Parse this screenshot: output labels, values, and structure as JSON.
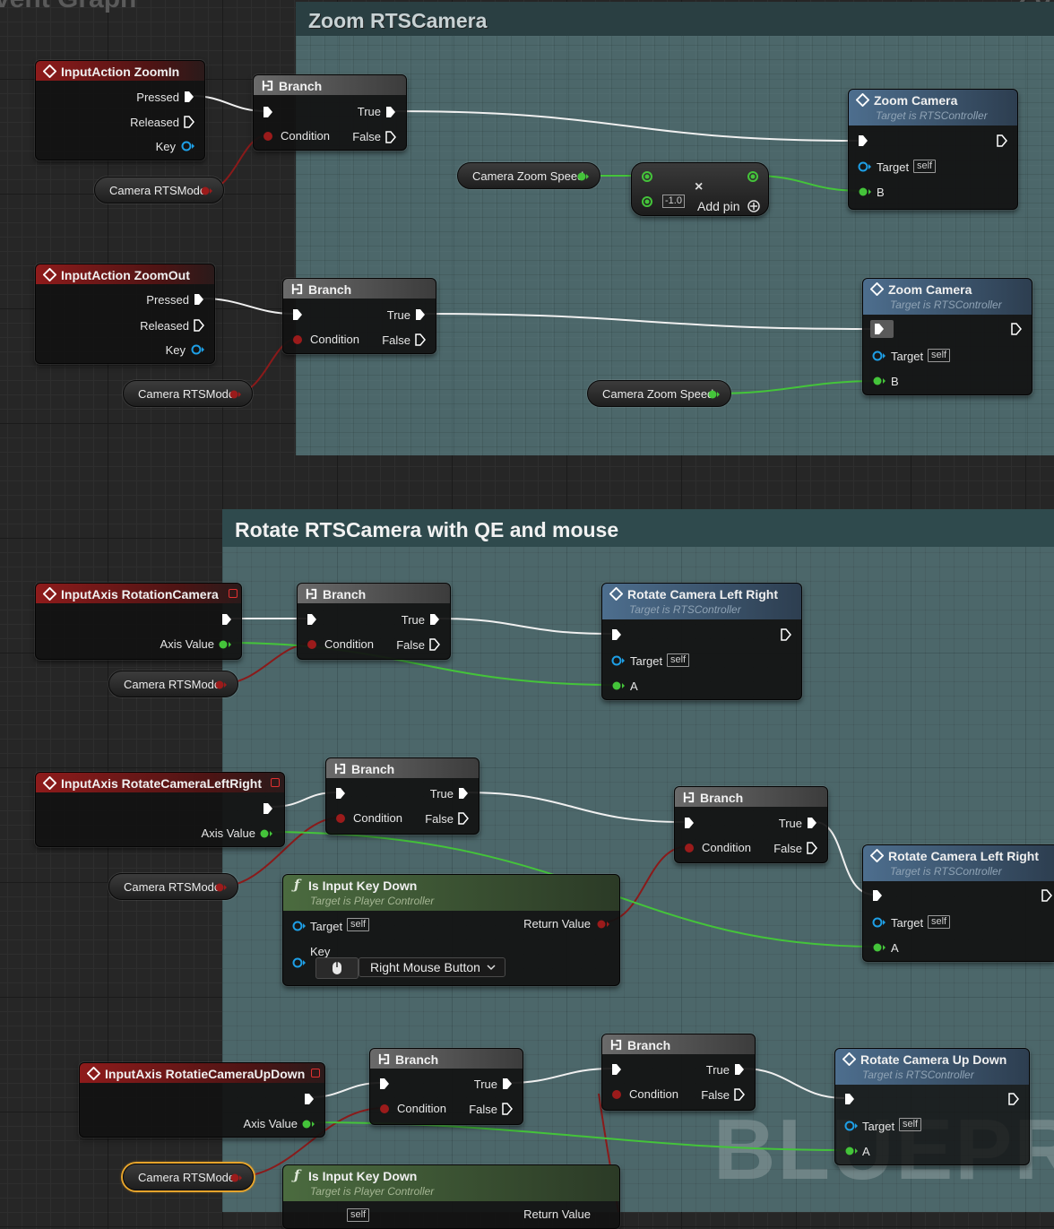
{
  "graph": {
    "title": "vent Graph",
    "title_right": "Zo",
    "watermark": "BLUEPRIN"
  },
  "comments": {
    "zoom": "Zoom RTSCamera",
    "rotate": "Rotate RTSCamera with QE and mouse"
  },
  "nodes": {
    "zoomin": {
      "title": "InputAction ZoomIn",
      "pressed": "Pressed",
      "released": "Released",
      "key": "Key"
    },
    "zoomout": {
      "title": "InputAction ZoomOut",
      "pressed": "Pressed",
      "released": "Released",
      "key": "Key"
    },
    "branch_label": "Branch",
    "true_label": "True",
    "false_label": "False",
    "condition_label": "Condition",
    "zoom_camera": {
      "title": "Zoom Camera",
      "subtitle": "Target is RTSController",
      "target": "Target",
      "self": "self",
      "b": "B"
    },
    "add_node": {
      "value": "-1.0",
      "add_pin": "Add pin"
    },
    "rotation_camera": {
      "title": "InputAxis RotationCamera",
      "axis_value": "Axis Value"
    },
    "rotate_lr_axis": {
      "title": "InputAxis RotateCameraLeftRight",
      "axis_value": "Axis Value"
    },
    "rotate_ud_axis": {
      "title": "InputAxis RotatieCameraUpDown",
      "axis_value": "Axis Value"
    },
    "rotate_lr": {
      "title": "Rotate Camera Left Right",
      "subtitle": "Target is RTSController",
      "target": "Target",
      "self": "self",
      "a": "A"
    },
    "rotate_ud": {
      "title": "Rotate Camera Up Down",
      "subtitle": "Target is RTSController",
      "target": "Target",
      "self": "self",
      "a": "A"
    },
    "key_down": {
      "title": "Is Input Key Down",
      "subtitle": "Target is Player Controller",
      "target": "Target",
      "self": "self",
      "return_value": "Return Value",
      "key": "Key",
      "key_value": "Right Mouse Button"
    },
    "key_down2": {
      "title": "Is Input Key Down",
      "subtitle": "Target is Player Controller",
      "self": "self",
      "return_value": "Return Value"
    }
  },
  "variables": {
    "camera_rtsmode": "Camera RTSMode",
    "camera_zoom_speed": "Camera Zoom Speed"
  },
  "colors": {
    "exec": "#ffffff",
    "bool": "#9b1b1b",
    "float": "#44c43a",
    "object": "#1e9fe6",
    "comment": "#68969b"
  }
}
